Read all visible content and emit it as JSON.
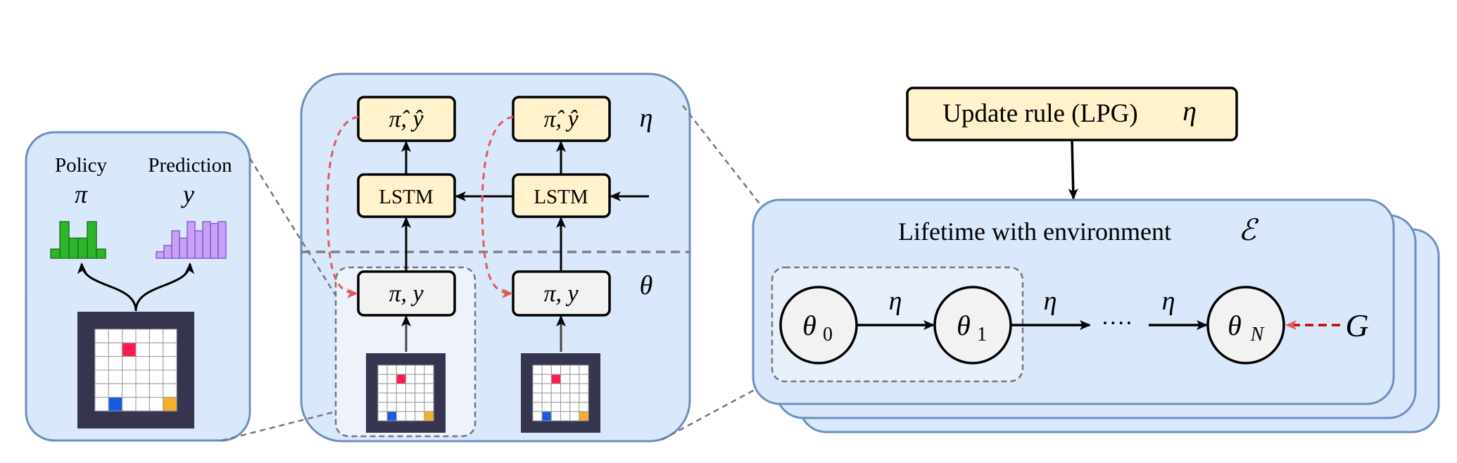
{
  "left_panel": {
    "policy_label": "Policy",
    "policy_symbol": "π",
    "prediction_label": "Prediction",
    "prediction_symbol": "y",
    "policy_bar_values": [
      0.25,
      1.0,
      0.55,
      0.55,
      1.0,
      0.25
    ],
    "prediction_bar_values": [
      0.18,
      0.35,
      0.75,
      0.55,
      1.0,
      0.75,
      1.0,
      0.95,
      1.0
    ],
    "policy_color": "#2db52d",
    "prediction_color": "#c8a2f8"
  },
  "middle_panel": {
    "eta_symbol": "η",
    "theta_symbol": "θ",
    "output_label": "π̂, ŷ",
    "lstm_label": "LSTM",
    "agent_label": "π, y"
  },
  "right_panel": {
    "update_rule_label": "Update rule (LPG)",
    "update_rule_symbol": "η",
    "lifetime_label": "Lifetime with environment",
    "environment_symbol": "ℰ",
    "theta_nodes": [
      {
        "base": "θ",
        "sub": "0"
      },
      {
        "base": "θ",
        "sub": "1"
      },
      {
        "base": "θ",
        "sub": "N"
      }
    ],
    "edge_symbol": "η",
    "ellipsis": "····",
    "return_symbol": "G"
  },
  "colors": {
    "panel_fill": "#dae8fc",
    "panel_stroke": "#6c8ebf",
    "box_fill": "#fff2cc",
    "box_stroke": "#000000",
    "red_dashed": "#e05a5a",
    "grid_frame": "#353550",
    "cell_red": "#ff1a50",
    "cell_blue": "#1a5ae0",
    "cell_orange": "#f5b02a"
  }
}
